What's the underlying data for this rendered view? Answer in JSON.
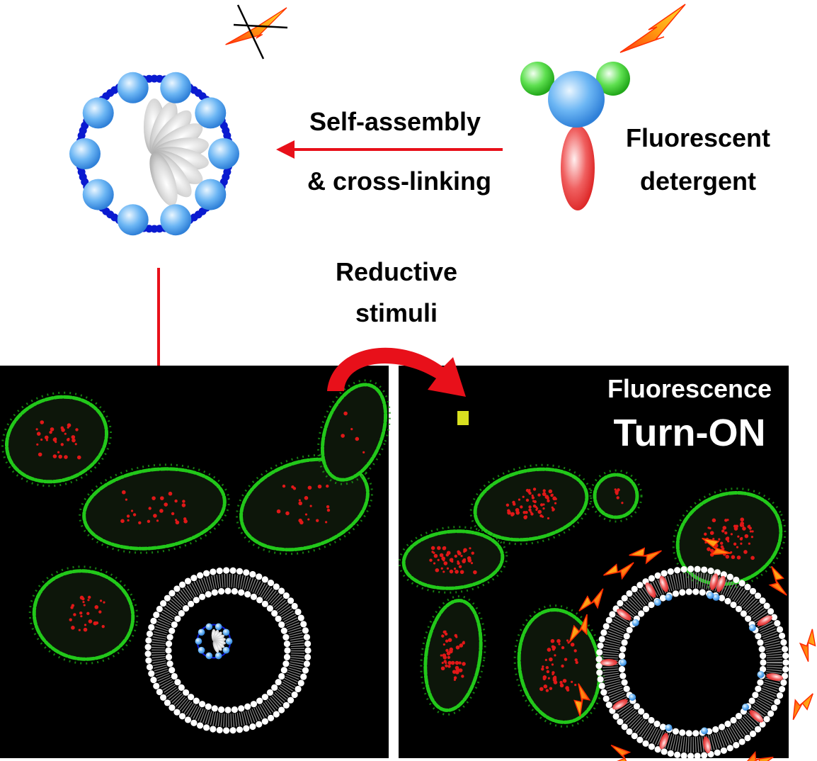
{
  "arrows": {
    "top": {
      "line1": "Self-assembly",
      "line2": "& cross-linking"
    },
    "middle": {
      "line1": "Reductive",
      "line2": "stimuli"
    }
  },
  "detergent": {
    "line1": "Fluorescent",
    "line2": "detergent"
  },
  "result": {
    "line1": "Fluorescence",
    "line2": "Turn-ON"
  },
  "colors": {
    "arrow": "#e8101a",
    "membrane_green": "#22c81a",
    "cell_red": "#e01818",
    "bead_blue": "#4aa0ee",
    "linker_blue": "#0a1ad0",
    "core_gray": "#c8c8c8",
    "head_green": "#46d43a",
    "tail_red": "#e83030",
    "flash_orange": "#ff8a10",
    "flash_yellow": "#ffe830"
  },
  "icons": [
    "lightning-bolt-icon",
    "crossed-out-lightning-icon"
  ]
}
